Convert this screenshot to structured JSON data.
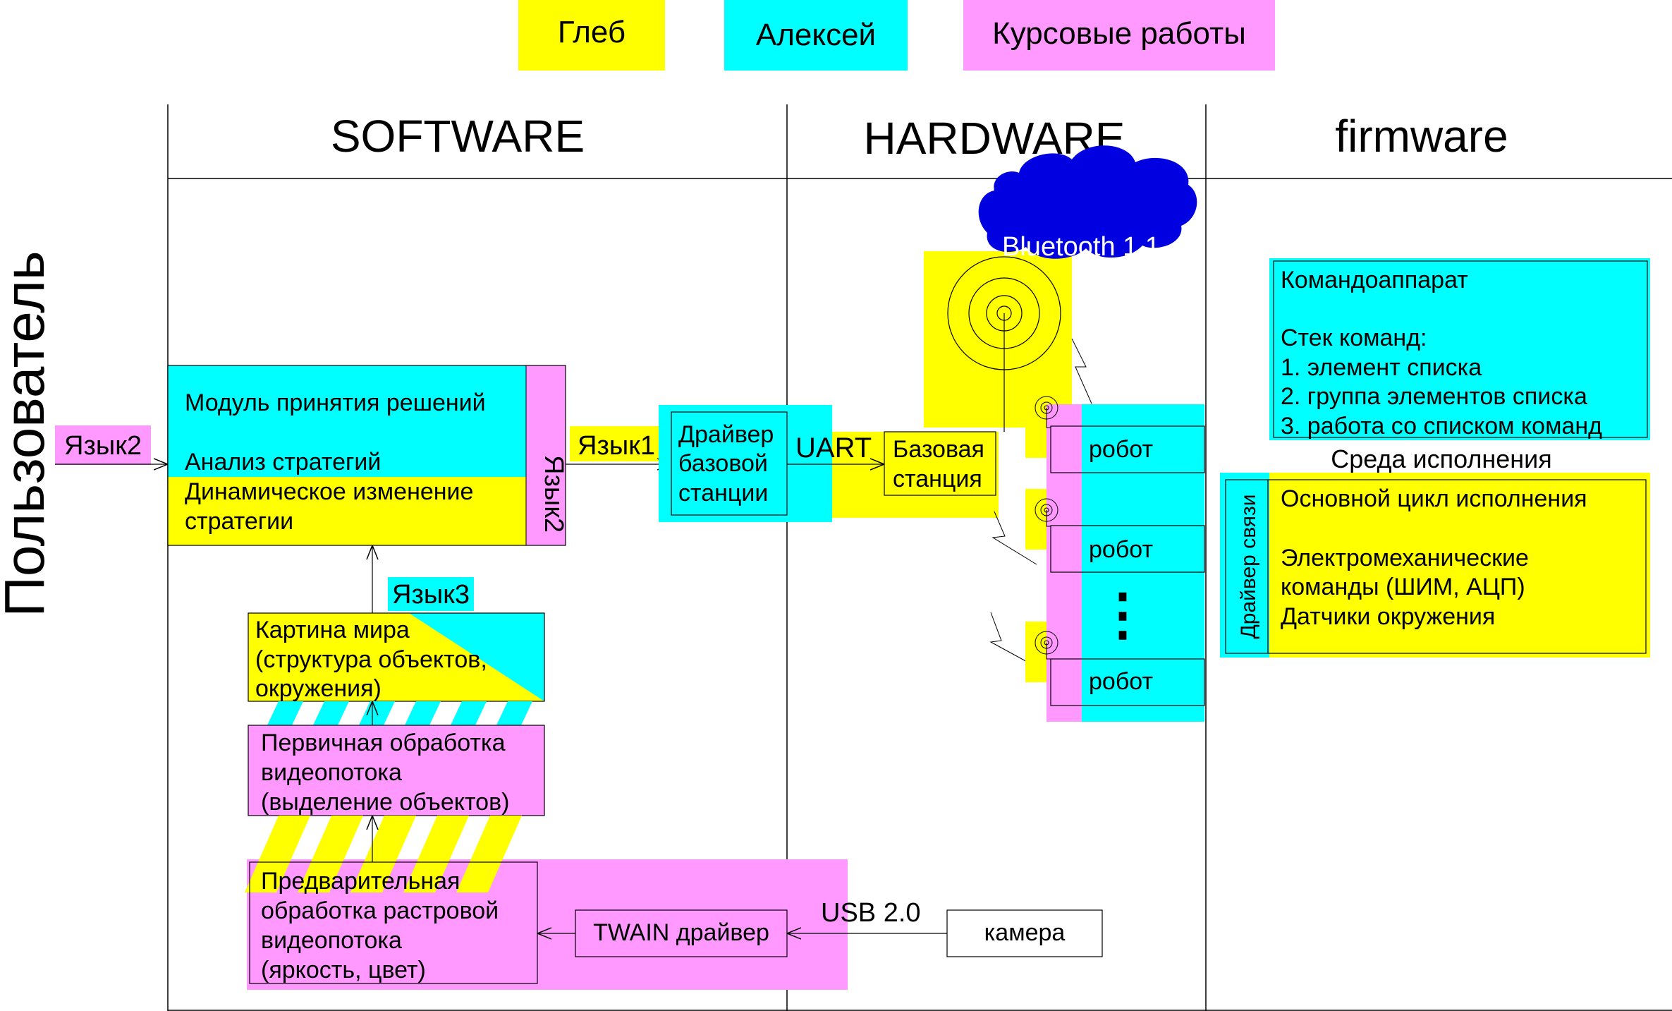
{
  "colors": {
    "yellow": "#ffff00",
    "cyan": "#00ffff",
    "pink": "#ff99ff",
    "blue": "#0000e0",
    "line": "#000000",
    "white": "#ffffff"
  },
  "legend": {
    "gleb": "Глеб",
    "aleksey": "Алексей",
    "coursework": "Курсовые работы"
  },
  "side_label": "Пользователь",
  "columns": {
    "software": "SOFTWARE",
    "hardware": "HARDWARE",
    "firmware": "firmware"
  },
  "software": {
    "input_lang": "Язык2",
    "decision": {
      "line1": "Модуль принятия решений",
      "line2": "Анализ стратегий",
      "line3": "Динамическое изменение",
      "line4": "стратегии",
      "side_lang": "Язык2"
    },
    "lang1": "Язык1",
    "lang3": "Язык3",
    "driver": {
      "line1": "Драйвер",
      "line2": "базовой",
      "line3": "станции"
    },
    "world": {
      "line1": "Картина мира",
      "line2": "(структура объектов,",
      "line3": "окружения)"
    },
    "primary": {
      "line1": "Первичная обработка",
      "line2": "видеопотока",
      "line3": "(выделение объектов)"
    },
    "preproc": {
      "line1": "Предварительная",
      "line2": "обработка растровой",
      "line3": "видеопотока",
      "line4": "(яркость, цвет)"
    },
    "twain": "TWAIN драйвер"
  },
  "hardware": {
    "uart": "UART",
    "base_station": {
      "line1": "Базовая",
      "line2": "станция"
    },
    "bluetooth": "Bluetooth 1.1",
    "robots": [
      "робот",
      "робот",
      "робот"
    ],
    "ellipsis": "⋮",
    "usb": "USB 2.0",
    "camera": "камера"
  },
  "firmware": {
    "command_block": {
      "title": "Командоаппарат",
      "stack": "Стек команд:",
      "item1": "1. элемент списка",
      "item2": "2. группа элементов списка",
      "item3": "3. работа со списком команд"
    },
    "runtime_label": "Среда исполнения",
    "comm_driver": "Драйвер связи",
    "runtime": {
      "line1": "Основной цикл исполнения",
      "line2": "Электромеханические",
      "line3": "команды (ШИМ, АЦП)",
      "line4": "Датчики окружения"
    }
  }
}
